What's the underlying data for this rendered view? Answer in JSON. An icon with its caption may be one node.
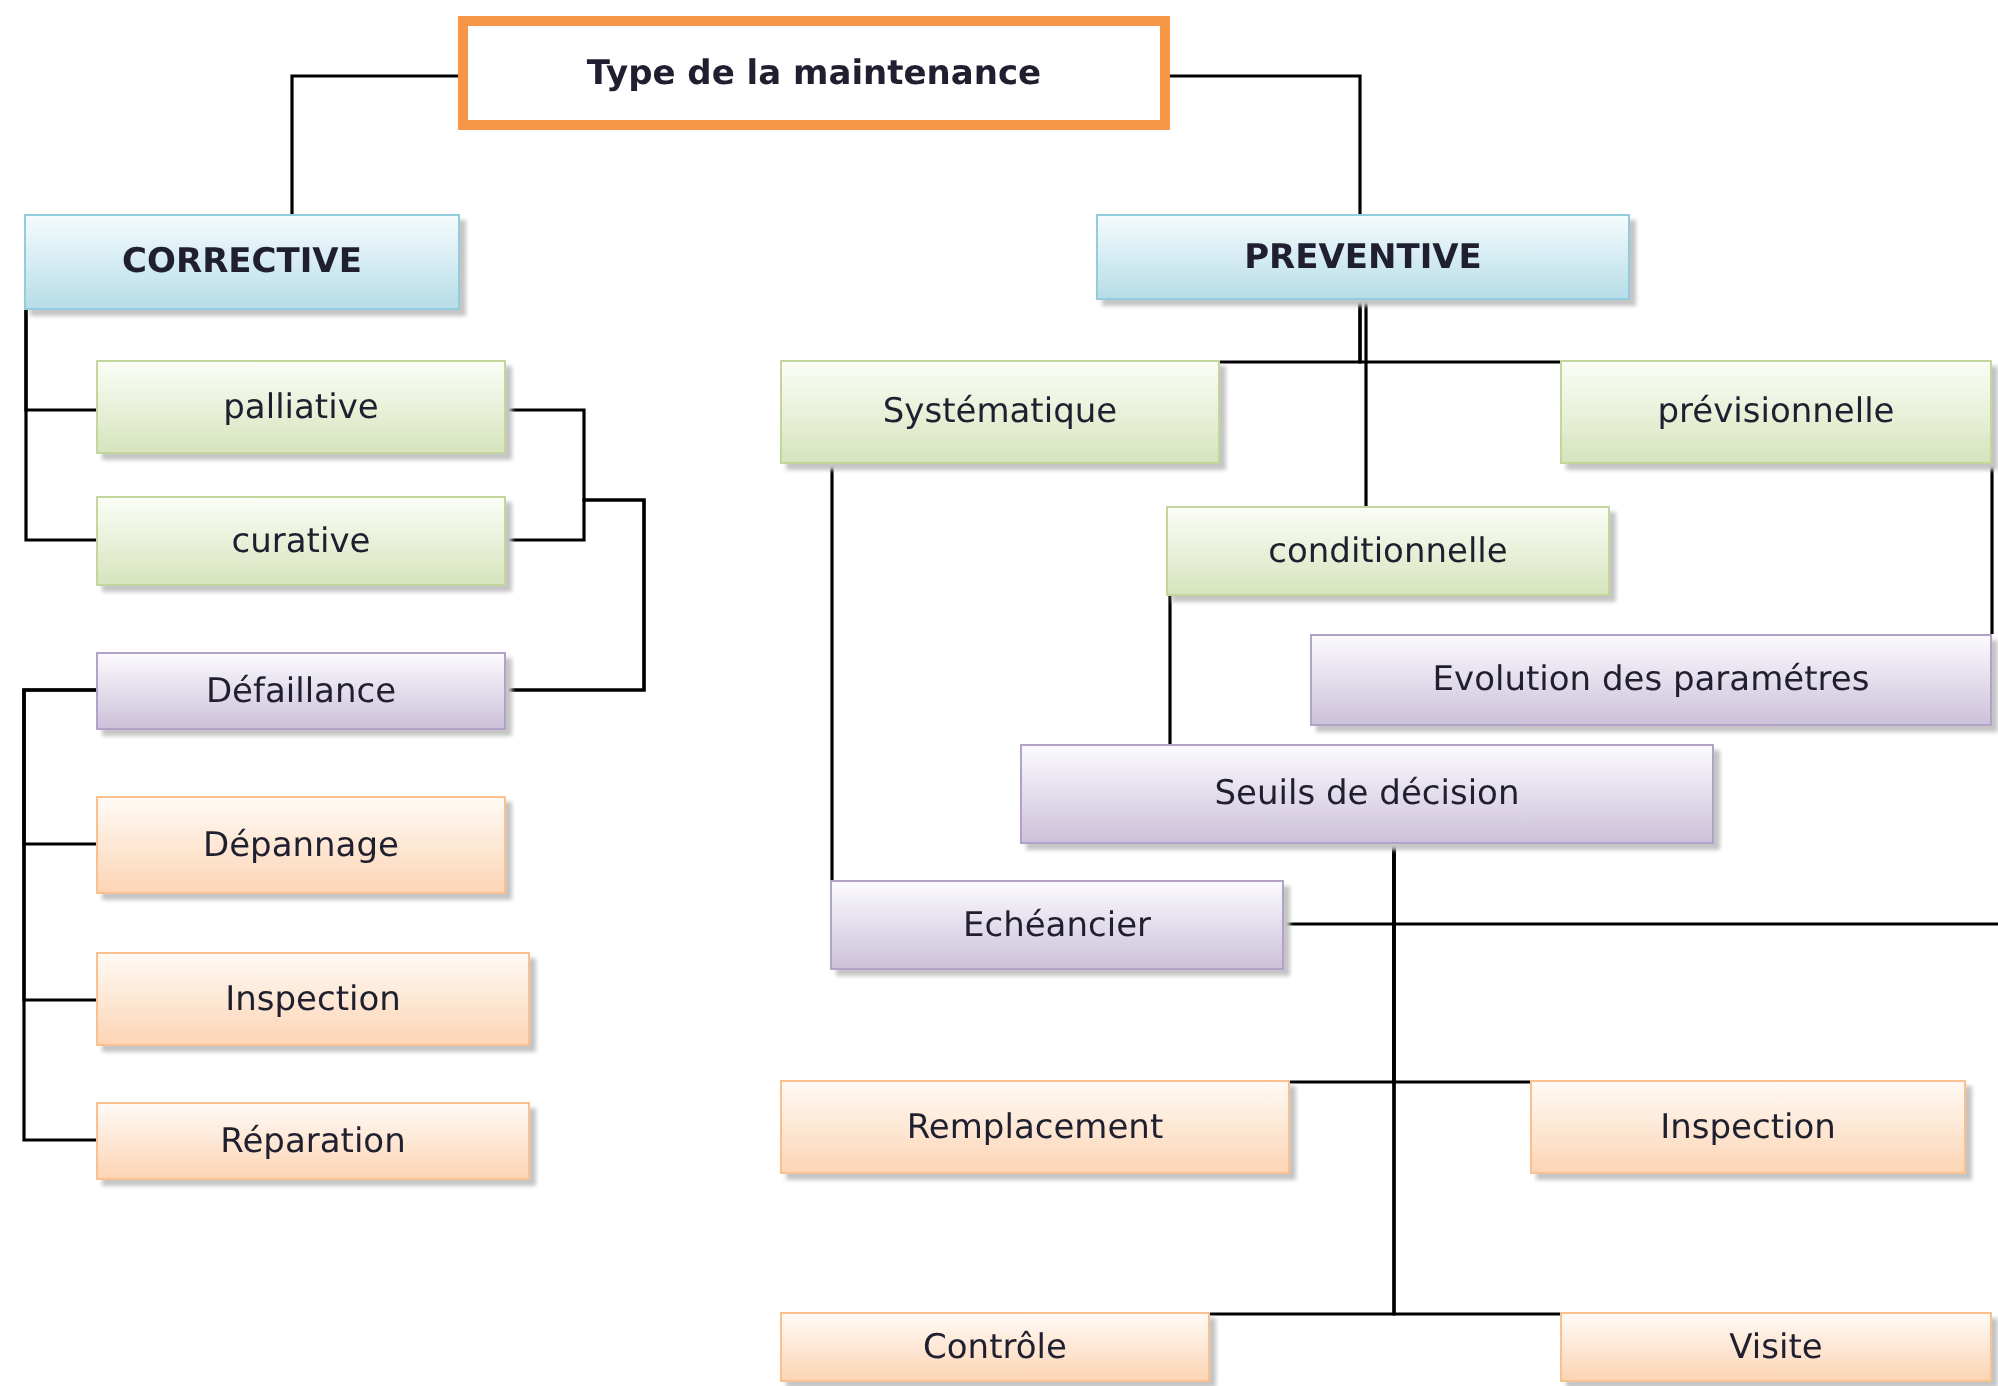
{
  "diagram": {
    "nodes": [
      {
        "text": [
          "Type de la maintenance"
        ]
      },
      {
        "text": [
          "CORRECTIVE"
        ]
      },
      {
        "text": [
          "PREVENTIVE"
        ]
      },
      {
        "text": [
          "palliative"
        ]
      },
      {
        "text": [
          "curative"
        ]
      },
      {
        "text": [
          "Défaillance"
        ]
      },
      {
        "text": [
          "Dépannage"
        ]
      },
      {
        "text": [
          "Inspection"
        ]
      },
      {
        "text": [
          "Réparation"
        ]
      },
      {
        "text": [
          "Systématique"
        ]
      },
      {
        "text": [
          "prévisionnelle"
        ]
      },
      {
        "text": [
          "conditionnelle"
        ]
      },
      {
        "text": [
          "Evolution des paramétres"
        ]
      },
      {
        "text": [
          "Seuils de décision"
        ]
      },
      {
        "text": [
          "Echéancier"
        ]
      },
      {
        "text": [
          "Remplacement"
        ]
      },
      {
        "text": [
          "Inspection"
        ]
      },
      {
        "text": [
          "Contrôle"
        ]
      },
      {
        "text": [
          "Visite"
        ]
      }
    ],
    "edges": [
      {
        "from": 0,
        "to": 1,
        "arrow": "none"
      },
      {
        "from": 0,
        "to": 2,
        "arrow": "none"
      },
      {
        "from": 1,
        "to": 3,
        "arrow": "none"
      },
      {
        "from": 1,
        "to": 4,
        "arrow": "none"
      },
      {
        "from": 3,
        "to": 5,
        "arrow": "none"
      },
      {
        "from": 4,
        "to": 5,
        "arrow": "none"
      },
      {
        "from": 5,
        "to": 6,
        "arrow": "none"
      },
      {
        "from": 5,
        "to": 7,
        "arrow": "none"
      },
      {
        "from": 5,
        "to": 8,
        "arrow": "none"
      },
      {
        "from": 2,
        "to": 9,
        "arrow": "none"
      },
      {
        "from": 2,
        "to": 10,
        "arrow": "none"
      },
      {
        "from": 2,
        "to": 11,
        "arrow": "none"
      },
      {
        "from": 9,
        "to": 14,
        "arrow": "none"
      },
      {
        "from": 11,
        "to": 13,
        "arrow": "none"
      },
      {
        "from": 10,
        "to": 12,
        "arrow": "none"
      },
      {
        "from": 14,
        "to": null,
        "arrow": "none"
      },
      {
        "from": 13,
        "to": 15,
        "arrow": "none"
      },
      {
        "from": 13,
        "to": 16,
        "arrow": "none"
      },
      {
        "from": 13,
        "to": 17,
        "arrow": "none"
      },
      {
        "from": 13,
        "to": 18,
        "arrow": "none"
      }
    ]
  }
}
